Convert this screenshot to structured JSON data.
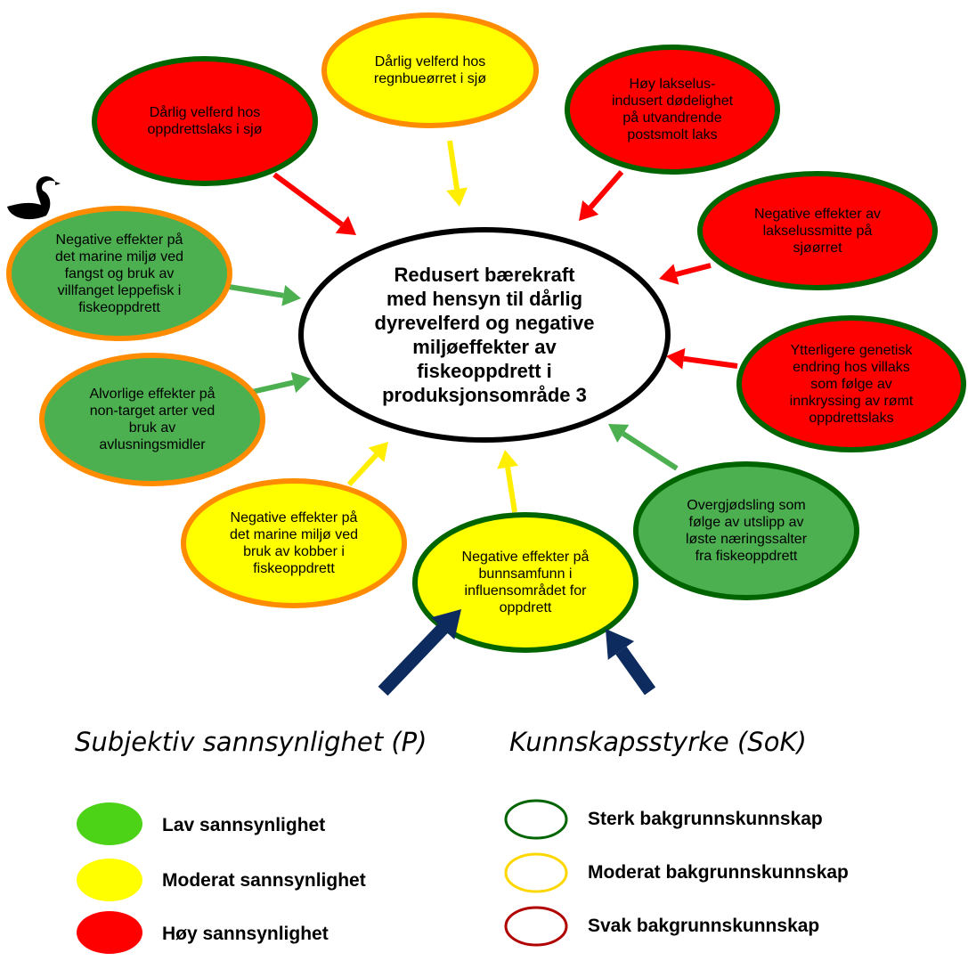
{
  "colors": {
    "red": "#ff0000",
    "yellow": "#ffff00",
    "green": "#4caf50",
    "border_green": "#006400",
    "border_orange": "#ff8c00",
    "arrow_red": "#ff0000",
    "arrow_yellow": "#ffee00",
    "arrow_green": "#4caf50",
    "arrow_navy": "#0d2b5e",
    "legend_low": "#4cd217",
    "legend_moderate": "#ffff00",
    "legend_high": "#ff0000",
    "legend_sok_strong": "#006400",
    "legend_sok_moderate": "#ffd700",
    "legend_sok_weak": "#b00000"
  },
  "center": {
    "text": "Redusert bærekraft\nmed hensyn til dårlig\ndyrevelferd og negative\nmiljøeffekter av\nfiskeoppdrett i\nproduksjonsområde 3"
  },
  "swan_icon": "black-swan-icon",
  "nodes": [
    {
      "text": "Dårlig velferd hos\noppdrettslaks i sjø",
      "fill": "red",
      "border": "border_green",
      "arrow": "red"
    },
    {
      "text": "Dårlig velferd hos\nregnbueørret i sjø",
      "fill": "yellow",
      "border": "border_orange",
      "arrow": "yellow"
    },
    {
      "text": "Høy lakselus-\nindusert dødelighet\npå utvandrende\npostsmolt laks",
      "fill": "red",
      "border": "border_green",
      "arrow": "red"
    },
    {
      "text": "Negative effekter av\nlakselussmitte på\nsjøørret",
      "fill": "red",
      "border": "border_green",
      "arrow": "red"
    },
    {
      "text": "Ytterligere genetisk\nendring hos villaks\nsom følge av\ninnkryssing av rømt\noppdrettslaks",
      "fill": "red",
      "border": "border_green",
      "arrow": "red"
    },
    {
      "text": "Overgjødsling som\nfølge av utslipp av\nløste næringssalter\nfra fiskeoppdrett",
      "fill": "green",
      "border": "border_green",
      "arrow": "green"
    },
    {
      "text": "Negative effekter på\nbunnsamfunn i\ninfluensområdet for\noppdrett",
      "fill": "yellow",
      "border": "border_green",
      "arrow": "yellow"
    },
    {
      "text": "Negative effekter på\ndet marine miljø ved\nbruk av kobber i\nfiskeoppdrett",
      "fill": "yellow",
      "border": "border_orange",
      "arrow": "yellow"
    },
    {
      "text": "Alvorlige effekter på\nnon-target arter ved\nbruk av\navlusningsmidler",
      "fill": "green",
      "border": "border_orange",
      "arrow": "green"
    },
    {
      "text": "Negative effekter på\ndet marine miljø ved\nfangst og bruk av\nvillfanget leppefisk i\nfiskeoppdrett",
      "fill": "green",
      "border": "border_orange",
      "arrow": "green"
    }
  ],
  "legend": {
    "probability": {
      "title": "Subjektiv sannsynlighet (P)",
      "items": [
        {
          "label": "Lav sannsynlighet",
          "color": "legend_low"
        },
        {
          "label": "Moderat sannsynlighet",
          "color": "legend_moderate"
        },
        {
          "label": "Høy sannsynlighet",
          "color": "legend_high"
        }
      ]
    },
    "knowledge": {
      "title": "Kunnskapsstyrke (SoK)",
      "items": [
        {
          "label": "Sterk bakgrunnskunnskap",
          "color": "legend_sok_strong"
        },
        {
          "label": "Moderat bakgrunnskunnskap",
          "color": "legend_sok_moderate"
        },
        {
          "label": "Svak bakgrunnskunnskap",
          "color": "legend_sok_weak"
        }
      ]
    }
  }
}
